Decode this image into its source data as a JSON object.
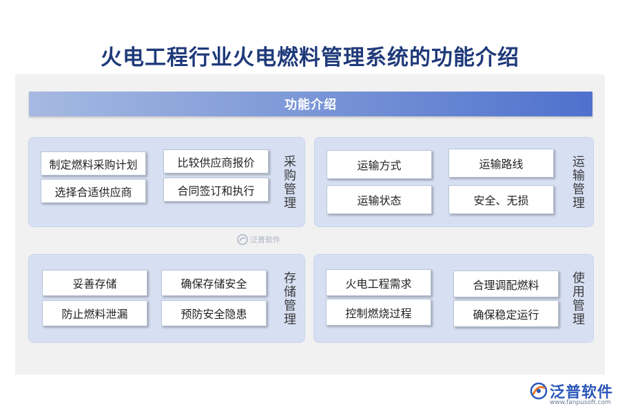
{
  "title": "火电工程行业火电燃料管理系统的功能介绍",
  "banner": "功能介绍",
  "groups": [
    {
      "label": "采购管理",
      "items": [
        "制定燃料采购计划",
        "比较供应商报价",
        "选择合适供应商",
        "合同签订和执行"
      ]
    },
    {
      "label": "运输管理",
      "items": [
        "运输方式",
        "运输路线",
        "运输状态",
        "安全、无损"
      ]
    },
    {
      "label": "存储管理",
      "items": [
        "妥善存储",
        "确保存储安全",
        "防止燃料泄漏",
        "预防安全隐患"
      ]
    },
    {
      "label": "使用管理",
      "items": [
        "火电工程需求",
        "合理调配燃料",
        "控制燃烧过程",
        "确保稳定运行"
      ]
    }
  ],
  "watermark": "泛普软件",
  "brand": {
    "name": "泛普软件",
    "url": "www.fanpusoft.com"
  },
  "colors": {
    "title": "#1f3a7a",
    "banner_start": "#a6b9e2",
    "banner_end": "#4f71cd",
    "group_bg": "#d7e0f3",
    "brand": "#2a56b8"
  }
}
